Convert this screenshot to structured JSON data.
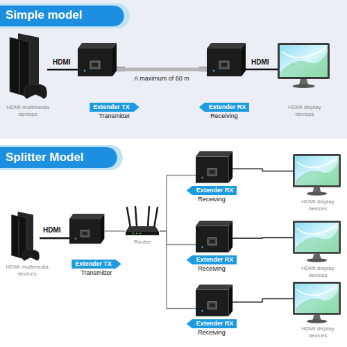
{
  "diagram": {
    "nodes": [
      {
        "text": [
          "Simple model"
        ]
      },
      {
        "text": [
          "HDMI multimedia devices"
        ],
        "in": 0
      },
      {
        "text": [
          "Extender TX",
          "Transmitter"
        ],
        "in": 0
      },
      {
        "text": [
          "Extender RX",
          "Receiving"
        ],
        "in": 0
      },
      {
        "text": [
          "HDMI display devices"
        ],
        "in": 0
      },
      {
        "text": [
          "Splitter Model"
        ]
      },
      {
        "text": [
          "HDMI multimedia devices"
        ],
        "in": 5
      },
      {
        "text": [
          "Extender TX",
          "Transmitter"
        ],
        "in": 5
      },
      {
        "text": [
          "Router"
        ],
        "in": 5
      },
      {
        "text": [
          "Extender RX",
          "Receiving"
        ],
        "in": 5
      },
      {
        "text": [
          "HDMI display devices"
        ],
        "in": 5
      },
      {
        "text": [
          "Extender RX",
          "Receiving"
        ],
        "in": 5
      },
      {
        "text": [
          "HDMI display devices"
        ],
        "in": 5
      },
      {
        "text": [
          "Extender RX",
          "Receiving"
        ],
        "in": 5
      },
      {
        "text": [
          "HDMI display devices"
        ],
        "in": 5
      }
    ],
    "edges": [
      {
        "from": 1,
        "to": 2,
        "label": "HDMI",
        "arrow": "none"
      },
      {
        "from": 2,
        "to": 3,
        "label": "A maximum of 60 m",
        "arrow": "none"
      },
      {
        "from": 3,
        "to": 4,
        "label": "HDMI",
        "arrow": "none"
      },
      {
        "from": 6,
        "to": 7,
        "label": "HDMI",
        "arrow": "none"
      },
      {
        "from": 7,
        "to": 8,
        "arrow": "none"
      },
      {
        "from": 8,
        "to": 9,
        "arrow": "none"
      },
      {
        "from": 8,
        "to": 11,
        "arrow": "none"
      },
      {
        "from": 8,
        "to": 13,
        "arrow": "none"
      },
      {
        "from": 9,
        "to": 10,
        "arrow": "none"
      },
      {
        "from": 11,
        "to": 12,
        "arrow": "none"
      },
      {
        "from": 13,
        "to": 14,
        "arrow": "none"
      }
    ]
  }
}
